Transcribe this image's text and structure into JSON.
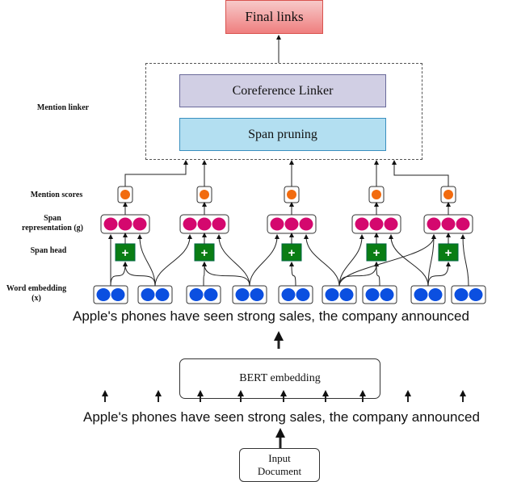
{
  "diagram": {
    "final_links": "Final links",
    "mention_linker_label": "Mention linker",
    "coreference_linker": "Coreference Linker",
    "span_pruning": "Span pruning",
    "row_labels": {
      "mention_scores": "Mention scores",
      "span_representation_1": "Span",
      "span_representation_2": "representation (g)",
      "span_head": "Span head",
      "word_embedding_1": "Word embedding",
      "word_embedding_2": "(x)"
    },
    "sentence_top": "Apple's phones have seen strong sales, the company announced",
    "bert_embedding": "BERT embedding",
    "sentence_bottom": "Apple's phones have seen strong sales, the company announced",
    "input_document_1": "Input",
    "input_document_2": "Document",
    "plus_symbol": "+",
    "span_count": 5,
    "word_count": 9,
    "colors": {
      "final_links_fill": "#ef8f8f",
      "coref_fill": "#d1cfe4",
      "pruning_fill": "#b3dff1",
      "mention_score": "#f26b0f",
      "span_rep": "#d4086e",
      "span_head": "#0a7d14",
      "word_embedding": "#0b4fe0"
    }
  }
}
